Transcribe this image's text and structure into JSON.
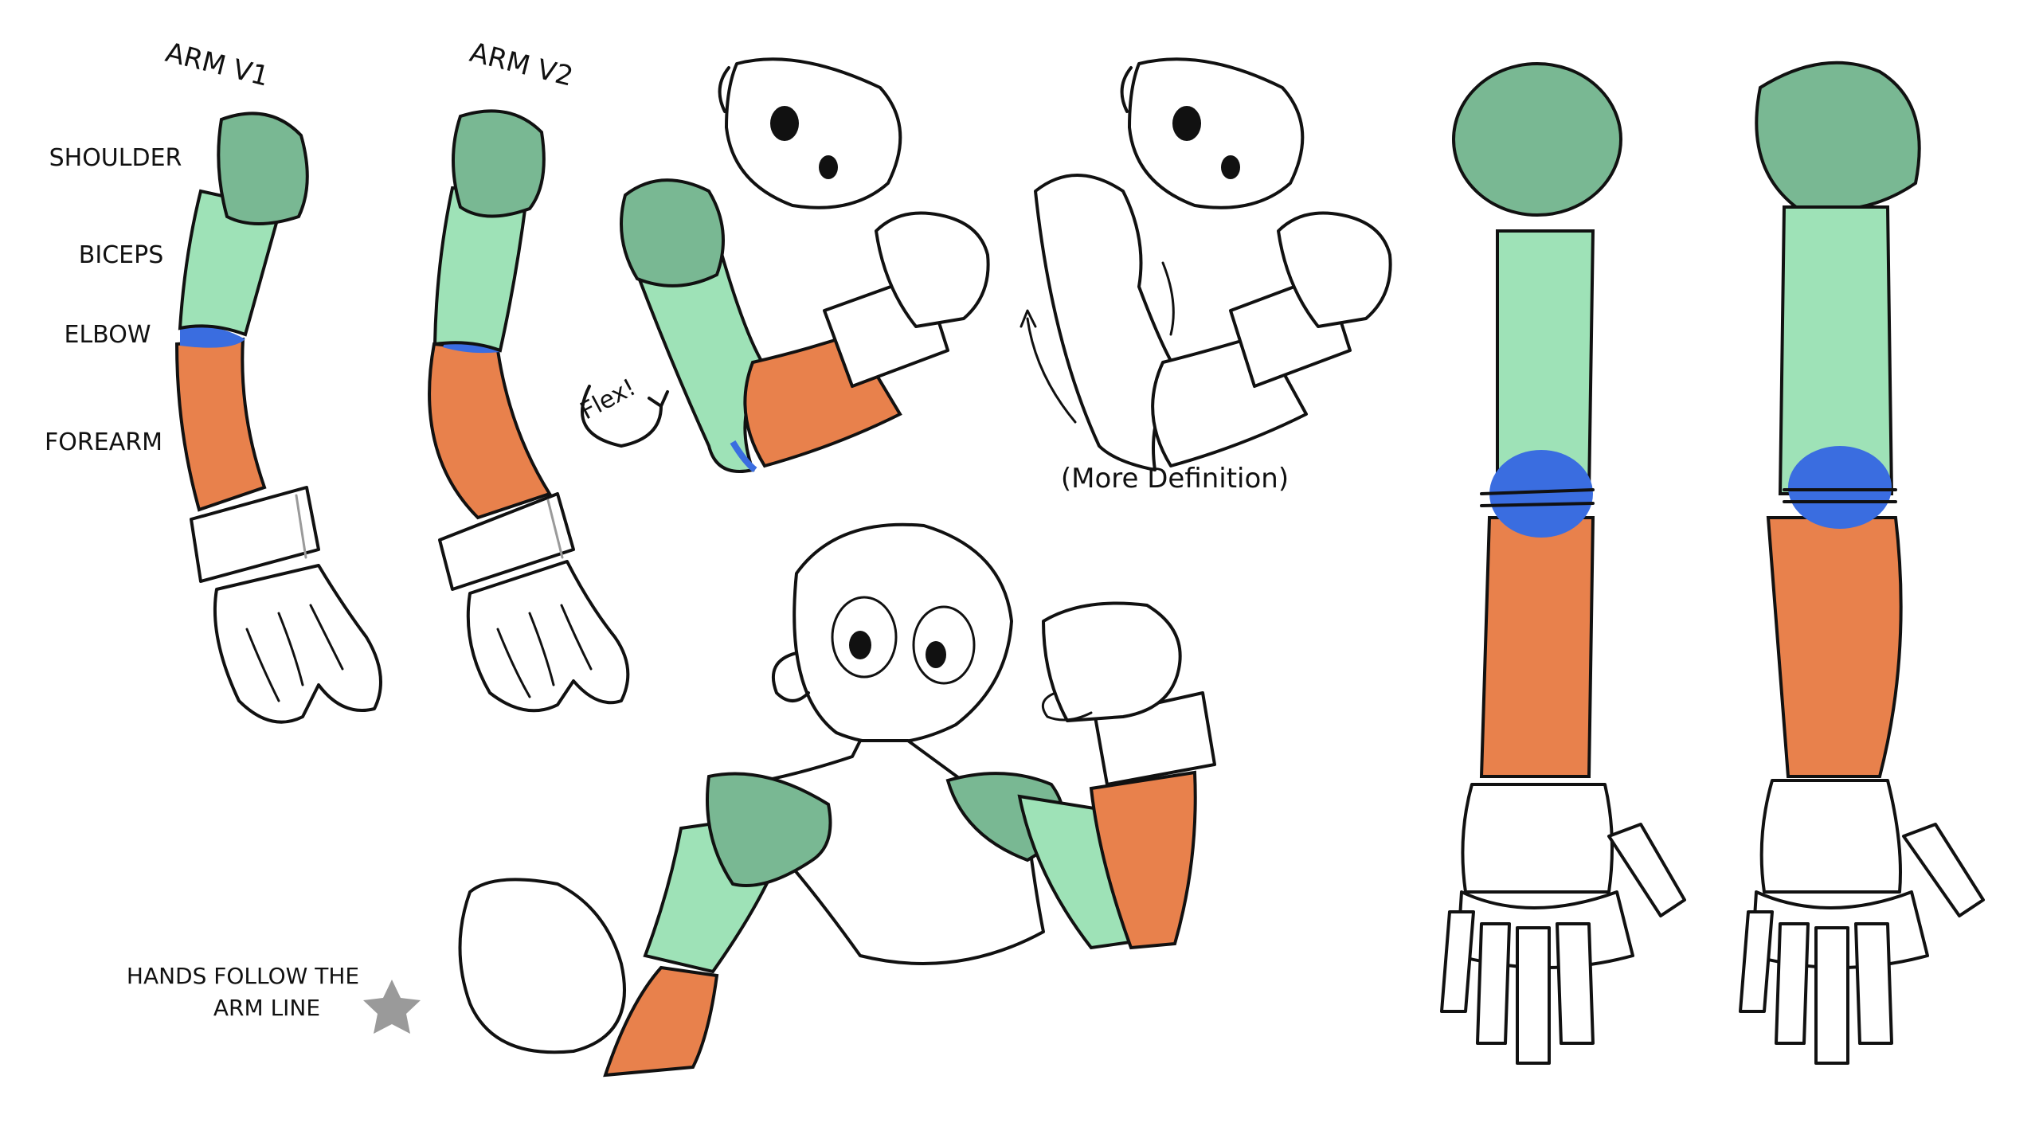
{
  "sheet": {
    "labels": {
      "arm_v1": "ARM V1",
      "arm_v2": "ARM V2",
      "shoulder": "SHOULDER",
      "biceps": "BICEPS",
      "elbow": "ELBOW",
      "forearm": "FOREARM",
      "flex": "Flex!",
      "more_definition": "(More Definition)",
      "hands_note_line1": "HANDS FOLLOW THE",
      "hands_note_line2": "ARM LINE"
    },
    "colors": {
      "shoulder": "#79b893",
      "biceps": "#9ee2b7",
      "elbow": "#3a6de0",
      "forearm": "#e8814c",
      "ink": "#111111",
      "guide": "#9a9a9a",
      "background": "#ffffff"
    }
  }
}
